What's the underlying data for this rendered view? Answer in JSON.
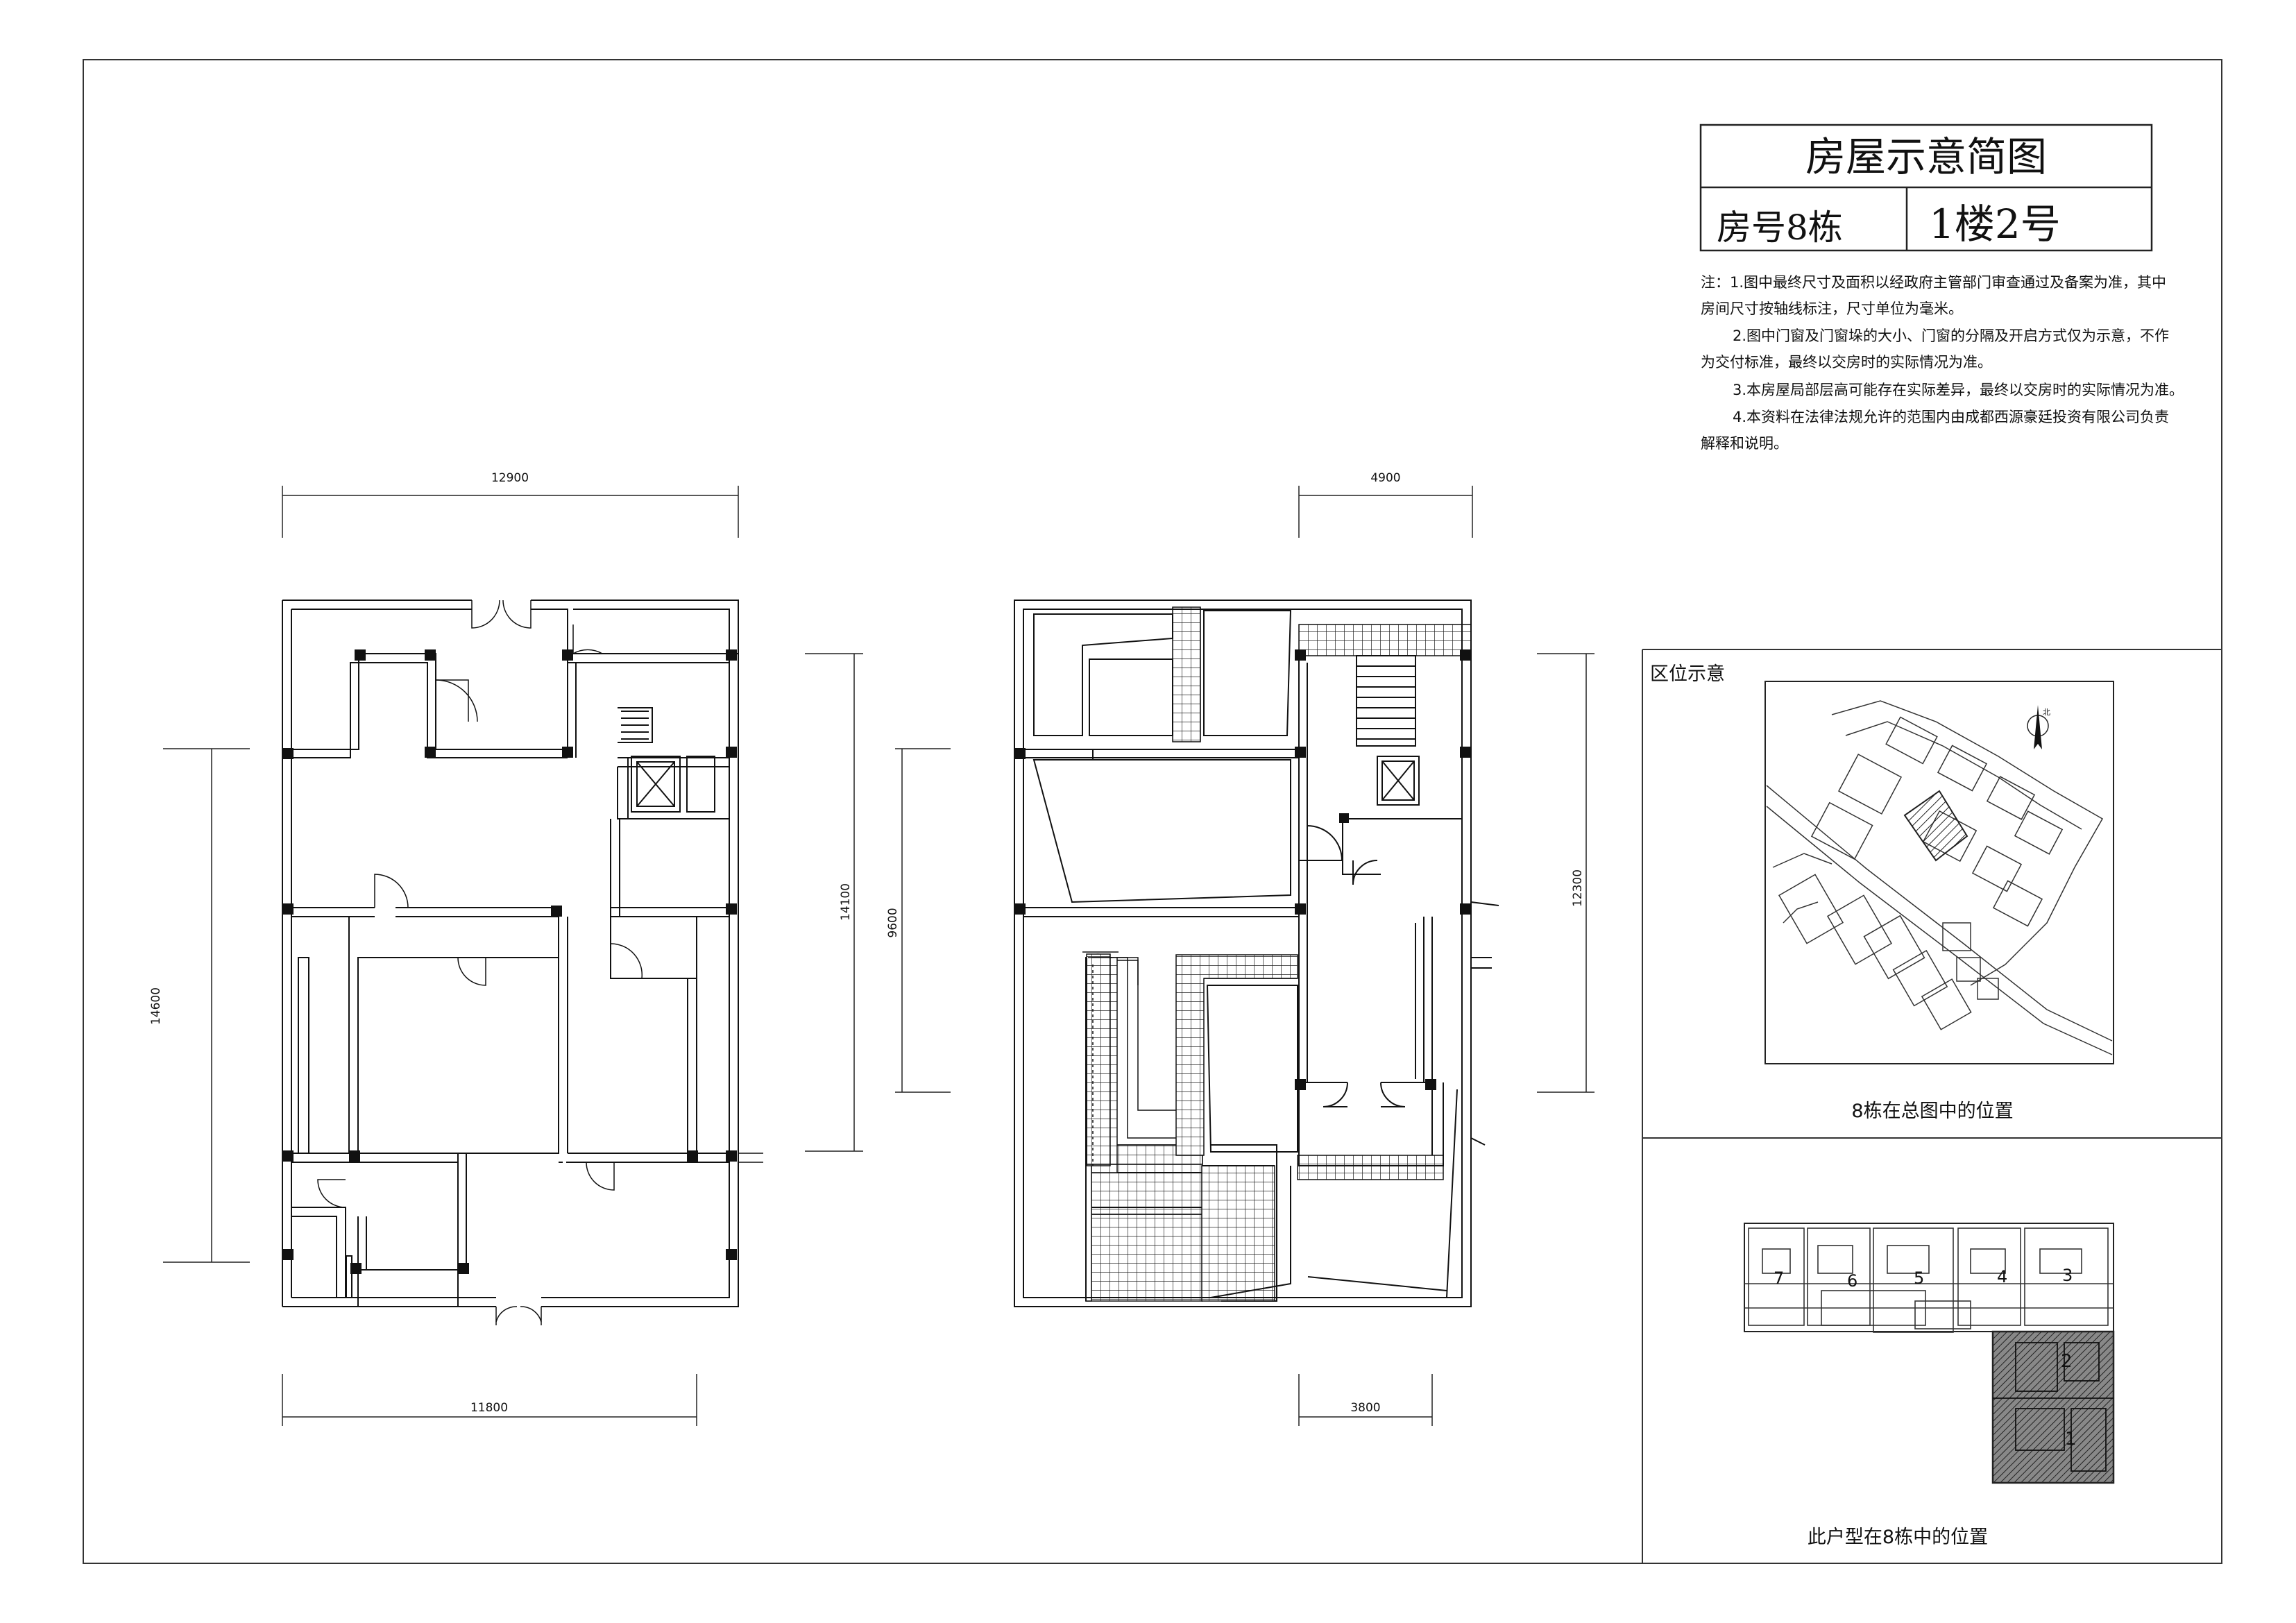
{
  "title_block": {
    "title": "房屋示意简图",
    "building_label": "房号8栋",
    "unit_label": "1楼2号"
  },
  "notes": [
    "注：1.图中最终尺寸及面积以经政府主管部门审查通过及备案为准，其中",
    "房间尺寸按轴线标注，尺寸单位为毫米。",
    "2.图中门窗及门窗垛的大小、门窗的分隔及开启方式仅为示意，不作",
    "为交付标准，最终以交房时的实际情况为准。",
    "3.本房屋局部层高可能存在实际差异，最终以交房时的实际情况为准。",
    "4.本资料在法律法规允许的范围内由成都西源豪廷投资有限公司负责",
    "解释和说明。"
  ],
  "location_panel": {
    "title": "区位示意",
    "site_caption": "8栋在总图中的位置",
    "north_label": "北",
    "unit_caption": "此户型在8栋中的位置",
    "unit_numbers": [
      "7",
      "6",
      "5",
      "4",
      "3",
      "2",
      "1"
    ]
  },
  "plan_left": {
    "dim_top": "12900",
    "dim_bottom": "11800",
    "dim_left": "14600",
    "dim_right": "14100"
  },
  "plan_right": {
    "dim_top": "4900",
    "dim_bottom": "3800",
    "dim_left": "9600",
    "dim_right": "12300"
  }
}
